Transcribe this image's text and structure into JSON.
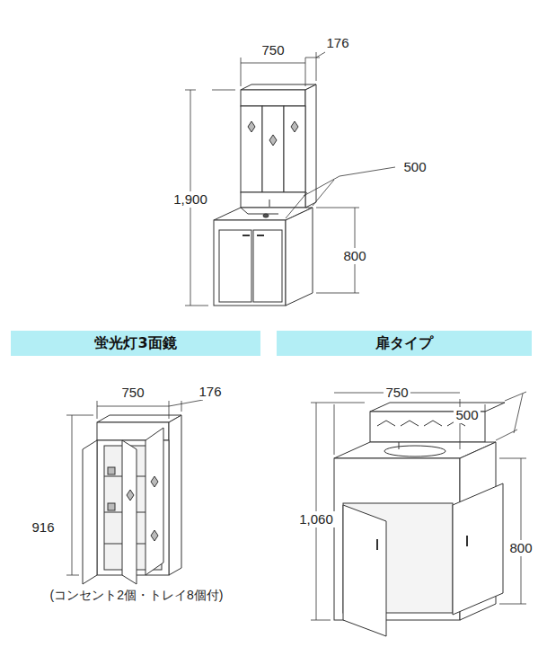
{
  "diagram": {
    "nodes": [
      {
        "text": [
          "蛍光灯3面鏡"
        ]
      },
      {
        "text": [
          "扉タイプ"
        ]
      }
    ],
    "labels": [
      "750",
      "176",
      "500",
      "1,900",
      "800",
      "750",
      "176",
      "916",
      "(コンセント2個・トレイ8個付)",
      "750",
      "500",
      "1,060",
      "800"
    ]
  }
}
